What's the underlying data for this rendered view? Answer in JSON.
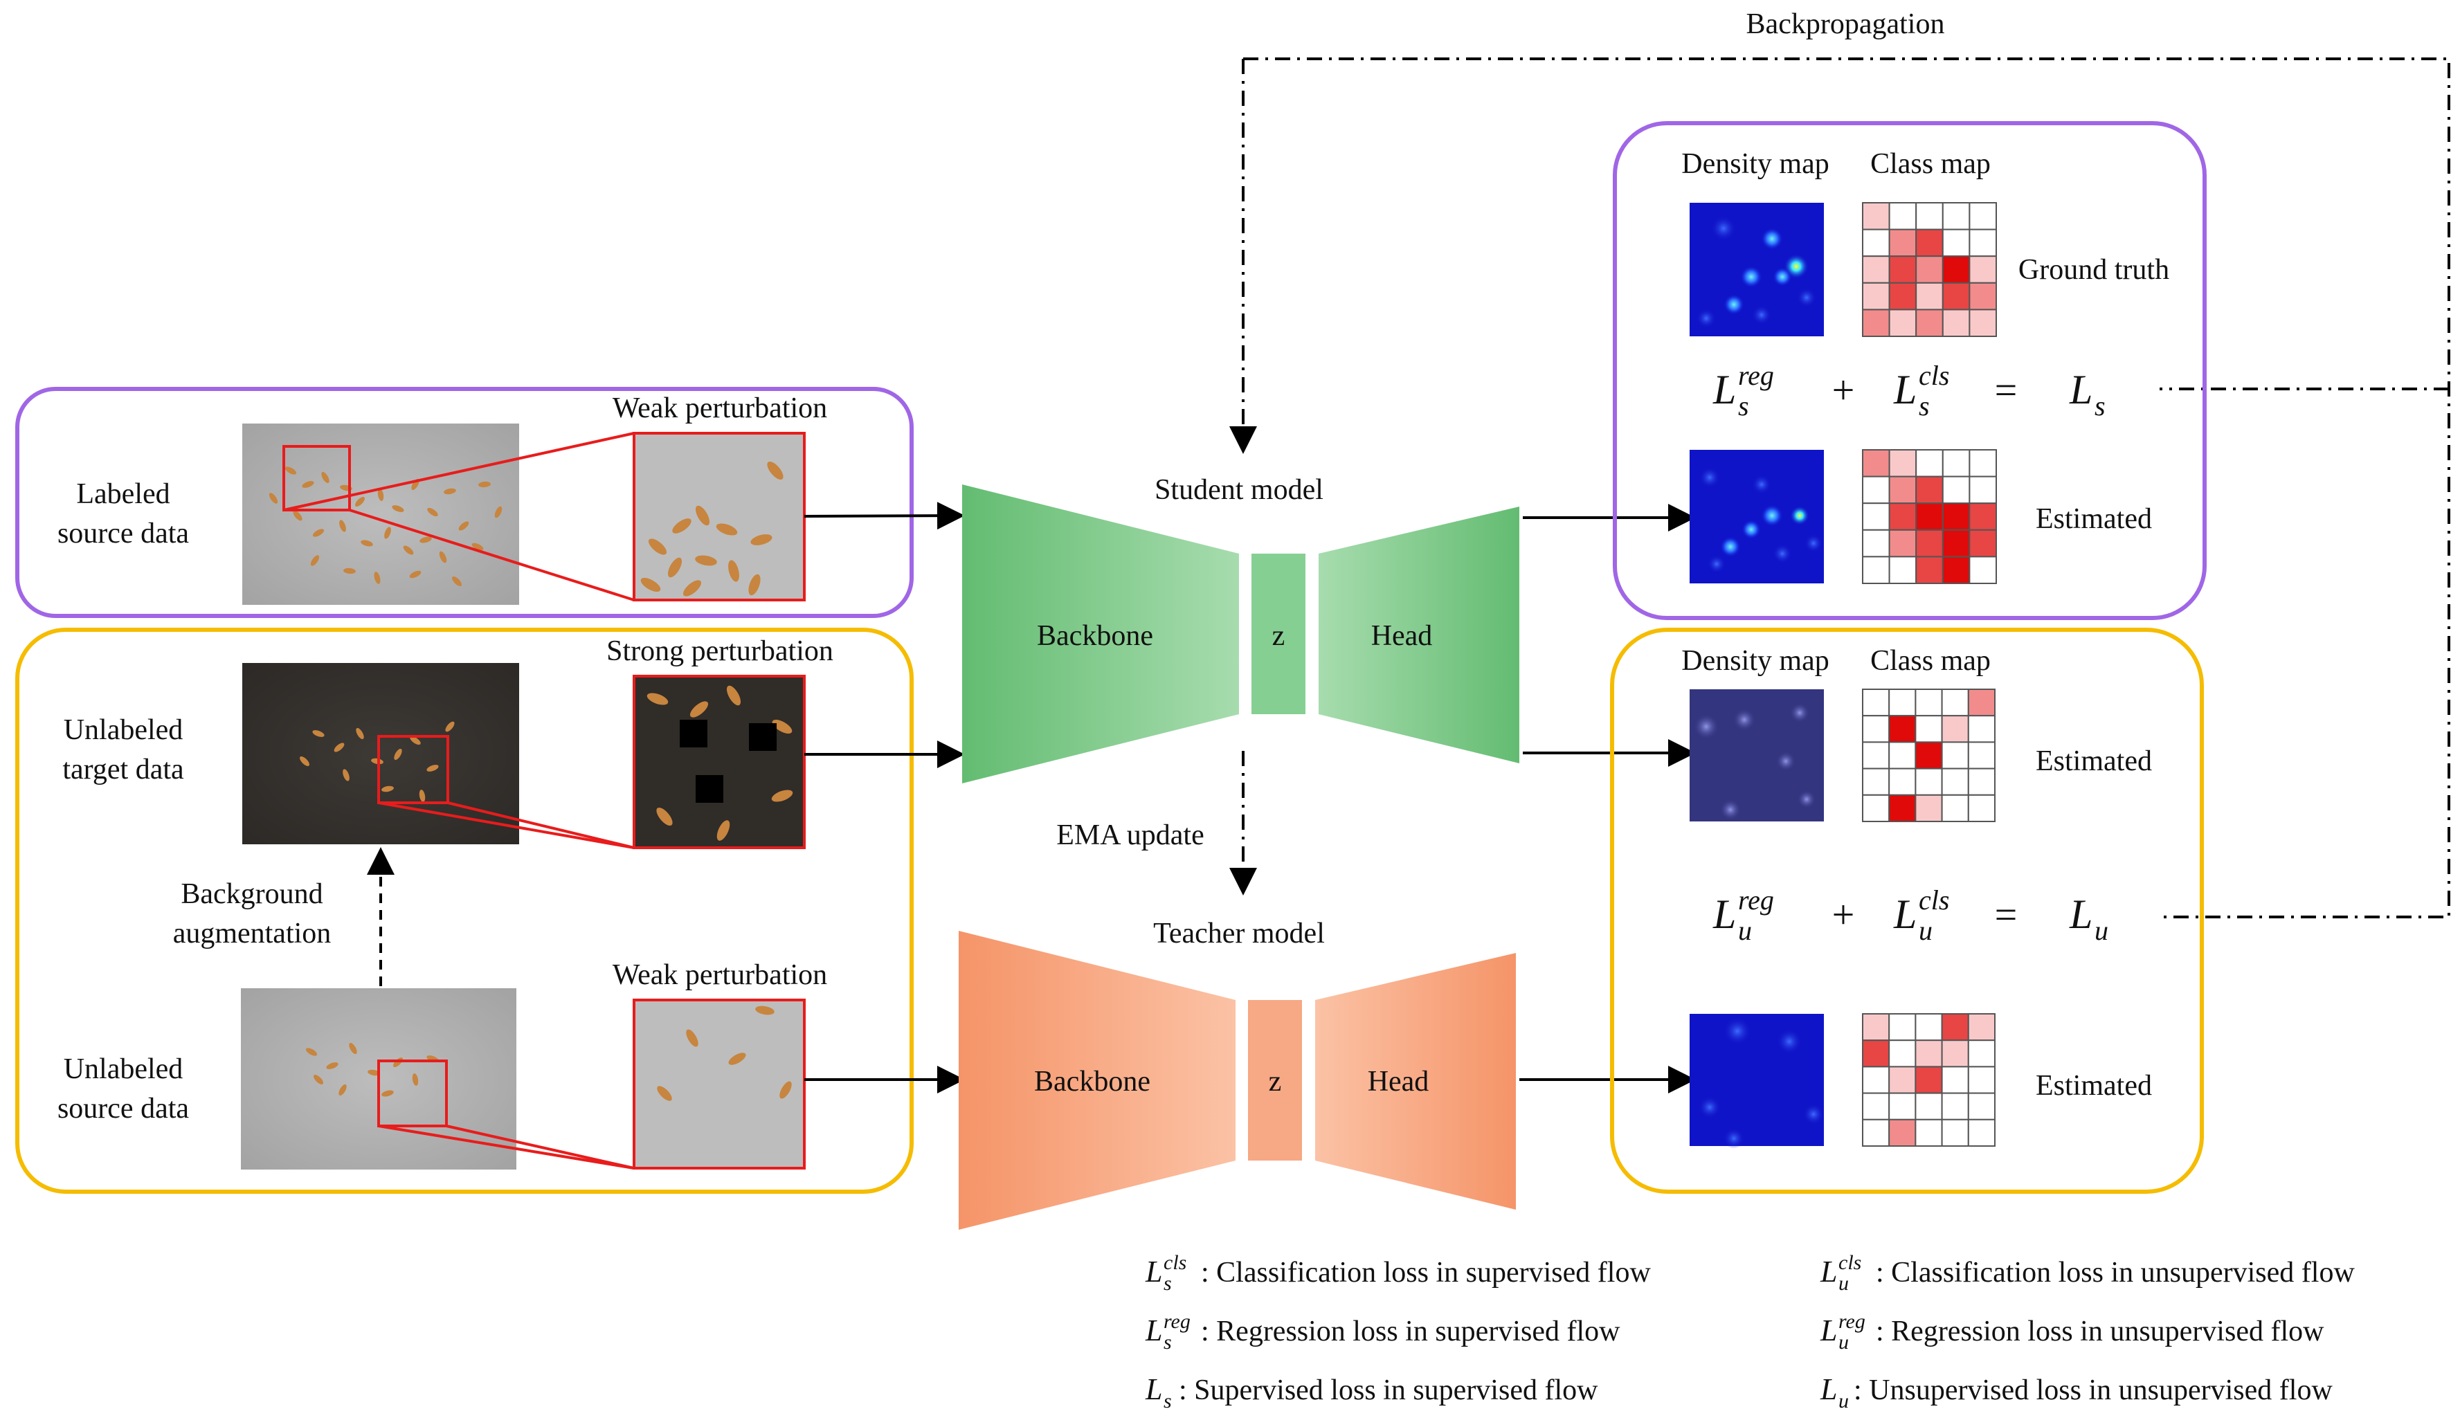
{
  "backprop_label": "Backpropagation",
  "labeled": {
    "label_line1": "Labeled",
    "label_line2": "source data",
    "weak_label": "Weak perturbation"
  },
  "unlabeled_target": {
    "label_line1": "Unlabeled",
    "label_line2": "target data",
    "strong_label": "Strong perturbation"
  },
  "background_aug": {
    "line1": "Background",
    "line2": "augmentation"
  },
  "unlabeled_source": {
    "label_line1": "Unlabeled",
    "label_line2": "source data",
    "weak_label": "Weak perturbation"
  },
  "student": {
    "title": "Student model",
    "backbone": "Backbone",
    "z": "z",
    "head": "Head"
  },
  "ema_label": "EMA update",
  "teacher": {
    "title": "Teacher model",
    "backbone": "Backbone",
    "z": "z",
    "head": "Head"
  },
  "supervised_panel": {
    "density_title": "Density map",
    "class_title": "Class map",
    "ground_truth": "Ground truth",
    "estimated": "Estimated"
  },
  "unsupervised_panel": {
    "density_title": "Density map",
    "class_title": "Class map",
    "estimated_top": "Estimated",
    "estimated_bottom": "Estimated"
  },
  "eq_s": {
    "L": "L",
    "sub": "s",
    "reg": "reg",
    "cls": "cls",
    "plus": "+",
    "equals": "="
  },
  "eq_u": {
    "L": "L",
    "sub": "u",
    "reg": "reg",
    "cls": "cls",
    "plus": "+",
    "equals": "="
  },
  "legend": [
    {
      "sub": "s",
      "sup": "cls",
      "text": ": Classification  loss  in supervised  flow"
    },
    {
      "sub": "s",
      "sup": "reg",
      "text": ": Regression  loss  in supervised  flow"
    },
    {
      "sub": "s",
      "sup": "",
      "text": ": Supervised loss  in supervised  flow"
    },
    {
      "sub": "u",
      "sup": "cls",
      "text": ": Classification  loss  in unsupervised  flow"
    },
    {
      "sub": "u",
      "sup": "reg",
      "text": ": Regression  loss  in unsupervised  flow"
    },
    {
      "sub": "u",
      "sup": "",
      "text": ": Unsupervised  loss  in unsupervised  flow"
    }
  ],
  "colors": {
    "purple_border": "#a066e6",
    "yellow_border": "#f5bc00",
    "student_green": "#7dc98a",
    "teacher_orange": "#f5a07a",
    "crop_red": "#e81c1c"
  }
}
